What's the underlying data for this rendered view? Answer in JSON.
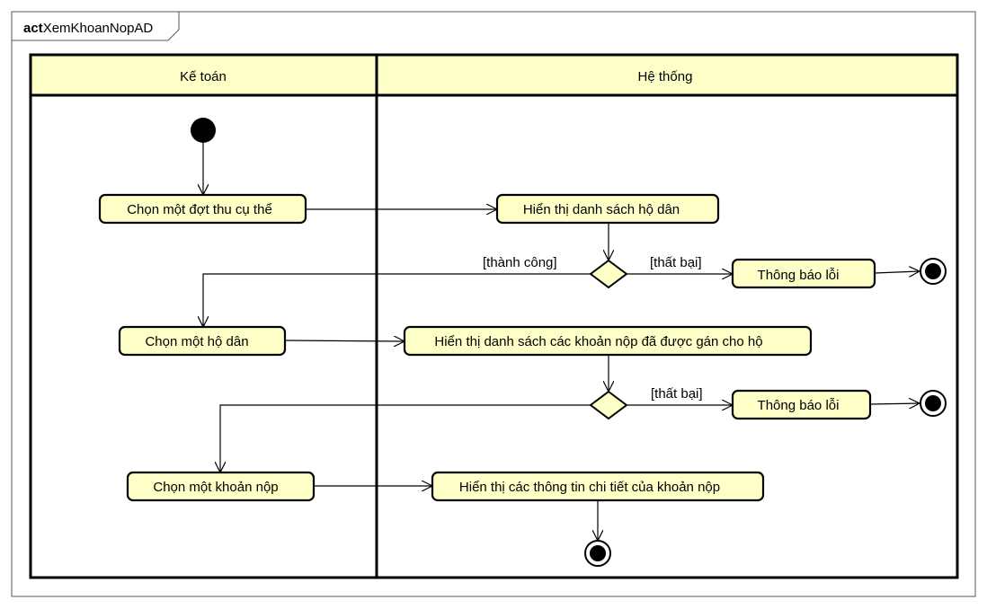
{
  "frame": {
    "keyword": "act",
    "name": "XemKhoanNopAD"
  },
  "lanes": [
    {
      "name": "Kế toán"
    },
    {
      "name": "Hệ thống"
    }
  ],
  "actions": {
    "a1": "Chọn một đợt thu cụ thể",
    "a2": "Hiển thị danh sách hộ dân",
    "a3": "Thông báo lỗi",
    "a4": "Chọn một hộ dân",
    "a5": "Hiển thị danh sách các khoản nộp đã được gán cho hộ",
    "a6": "Thông báo lỗi",
    "a7": "Chọn một khoản nộp",
    "a8": "Hiển thị các thông tin chi tiết của khoản nộp"
  },
  "guards": {
    "g1_success": "[thành công]",
    "g1_fail": "[thất bại]",
    "g2_fail": "[thất bại]"
  },
  "colors": {
    "lane_header": "#ffffc8",
    "action_fill": "#ffffc8",
    "stroke": "#000000"
  }
}
